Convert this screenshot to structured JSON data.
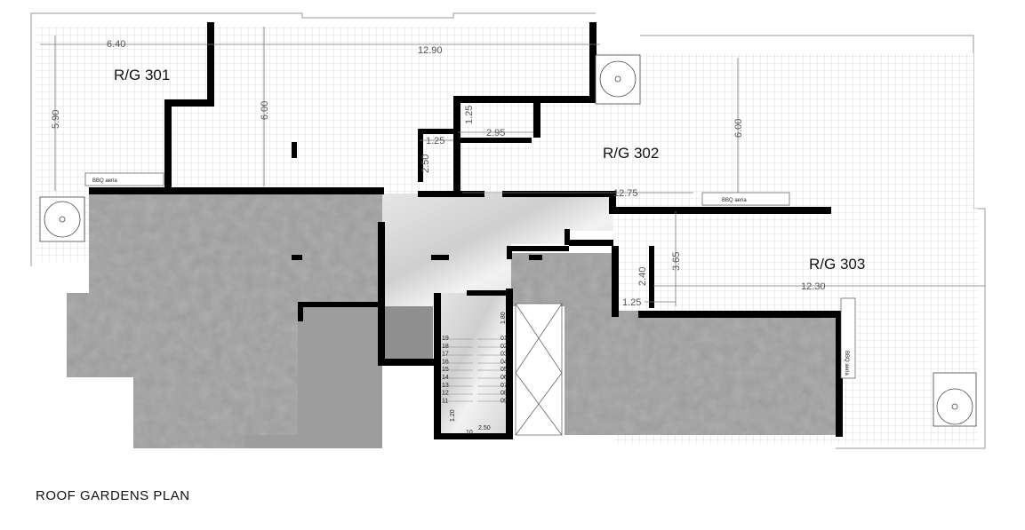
{
  "plan": {
    "title": "ROOF GARDENS PLAN",
    "units": [
      {
        "label": "R/G 301"
      },
      {
        "label": "R/G 302"
      },
      {
        "label": "R/G 303"
      }
    ],
    "bbq_label": "BBQ aeria",
    "dimensions": {
      "d301_width_a": "6.40",
      "d301_width_b": "12.90",
      "d301_depth": "5.90",
      "d301_depth_b": "6.00",
      "wc1_h": "1.25",
      "wc1_w": "2.95",
      "wc2_w": "1.25",
      "wc2_h": "2.50",
      "d302_depth": "6.00",
      "d302_width": "12.75",
      "d303_depth": "3.65",
      "wc3_h": "2.40",
      "wc3_w": "1.25",
      "d303_width": "12.30",
      "stair_top": "1.80",
      "stair_landing": "1.20",
      "stair_width": "2.50"
    },
    "stairs": {
      "left_steps": [
        "19",
        "18",
        "17",
        "16",
        "15",
        "14",
        "13",
        "12",
        "11"
      ],
      "right_steps": [
        "01",
        "02",
        "03",
        "04",
        "05",
        "06",
        "07",
        "08",
        "09"
      ],
      "landing_step": "10"
    }
  }
}
